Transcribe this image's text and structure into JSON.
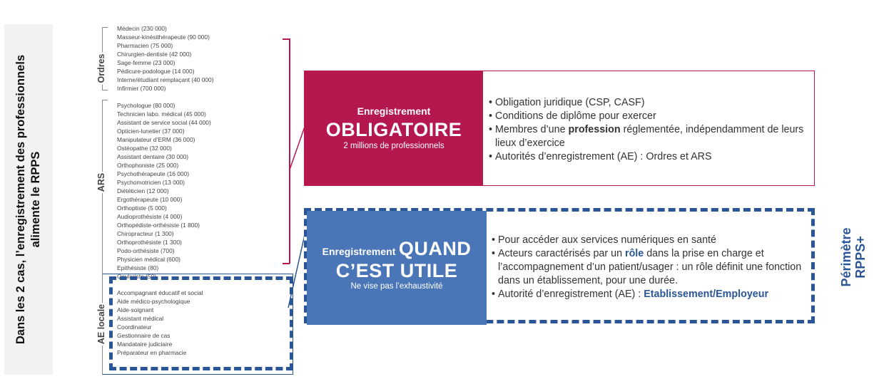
{
  "side_banner": {
    "line1": "Dans les 2 cas, l’enregistrement des professionnels",
    "line2": "alimente le RPPS"
  },
  "groups": {
    "ordres": {
      "label": "Ordres",
      "items": [
        "Médecin (230 000)",
        "Masseur-kinésithérapeute (90 000)",
        "Pharmacien (75 000)",
        "Chirurgien-dentiste (42 000)",
        "Sage-femme (23 000)",
        "Pédicure-podologue (14 000)",
        "Interne/étudiant remplaçant (40 000)",
        "Infirmier (700 000)"
      ]
    },
    "ars": {
      "label": "ARS",
      "items": [
        "Psychologue (80 000)",
        "Technicien labo. médical (45 000)",
        "Assistant de service social (44 000)",
        "Opticien-lunetier (37 000)",
        "Manipulateur d’ERM (36 000)",
        "Ostéopathe (32 000)",
        "Assistant dentaire (30 000)",
        "Orthophoniste (25 000)",
        "Psychothérapeute (16 000)",
        "Psychomotricien (13 000)",
        "Diététicien (12 000)",
        "Ergothérapeute (10 000)",
        "Orthoptiste (5 000)",
        "Audioprothésiste (4 000)",
        "Orthopédiste-orthésiste (1 800)",
        "Chiropracteur (1 300)",
        "Orthoprothésiste (1 300)",
        "Podo-orthésiste (700)",
        "Physicien médical (600)",
        "Epithésiste (80)",
        "Oculariste (50)"
      ]
    },
    "ae_locale": {
      "label": "AE locale",
      "items": [
        "Accompagnant éducatif et social",
        "Aide médico-psychologique",
        "Aide-soignant",
        "Assistant médical",
        "Coordinateur",
        "Gestionnaire de cas",
        "Mandataire judiciaire",
        "Préparateur en pharmacie"
      ]
    }
  },
  "box_obligatoire": {
    "line1": "Enregistrement",
    "title": "OBLIGATOIRE",
    "subtitle": "2 millions de professionnels",
    "bullets": {
      "b1": "Obligation juridique (CSP, CASF)",
      "b2": "Conditions de diplôme pour exercer",
      "b3_pre": "Membres d’une ",
      "b3_bold": "profession",
      "b3_post": " réglementée, indépendamment de leurs lieux d’exercice",
      "b4": "Autorités d’enregistrement (AE) : Ordres et ARS"
    }
  },
  "box_utile": {
    "line1": "Enregistrement",
    "title_a": "QUAND",
    "title_b": "C’EST UTILE",
    "subtitle": "Ne vise pas l’exhaustivité",
    "bullets": {
      "b1": "Pour accéder aux services numériques en santé",
      "b2_pre": "Acteurs caractérisés par un ",
      "b2_bold": "rôle",
      "b2_post": " dans la prise en charge et l’accompagnement d’un patient/usager : un rôle définit une fonction dans un établissement, pour une durée.",
      "b3_pre": "Autorité d’enregistrement (AE) : ",
      "b3_bold": "Etablissement/Employeur"
    }
  },
  "perimetre": {
    "line1": "Périmètre",
    "line2": "RPPS+"
  },
  "colors": {
    "crimson": "#b5174f",
    "blue": "#4a76b8",
    "dark_blue": "#2a5596"
  }
}
